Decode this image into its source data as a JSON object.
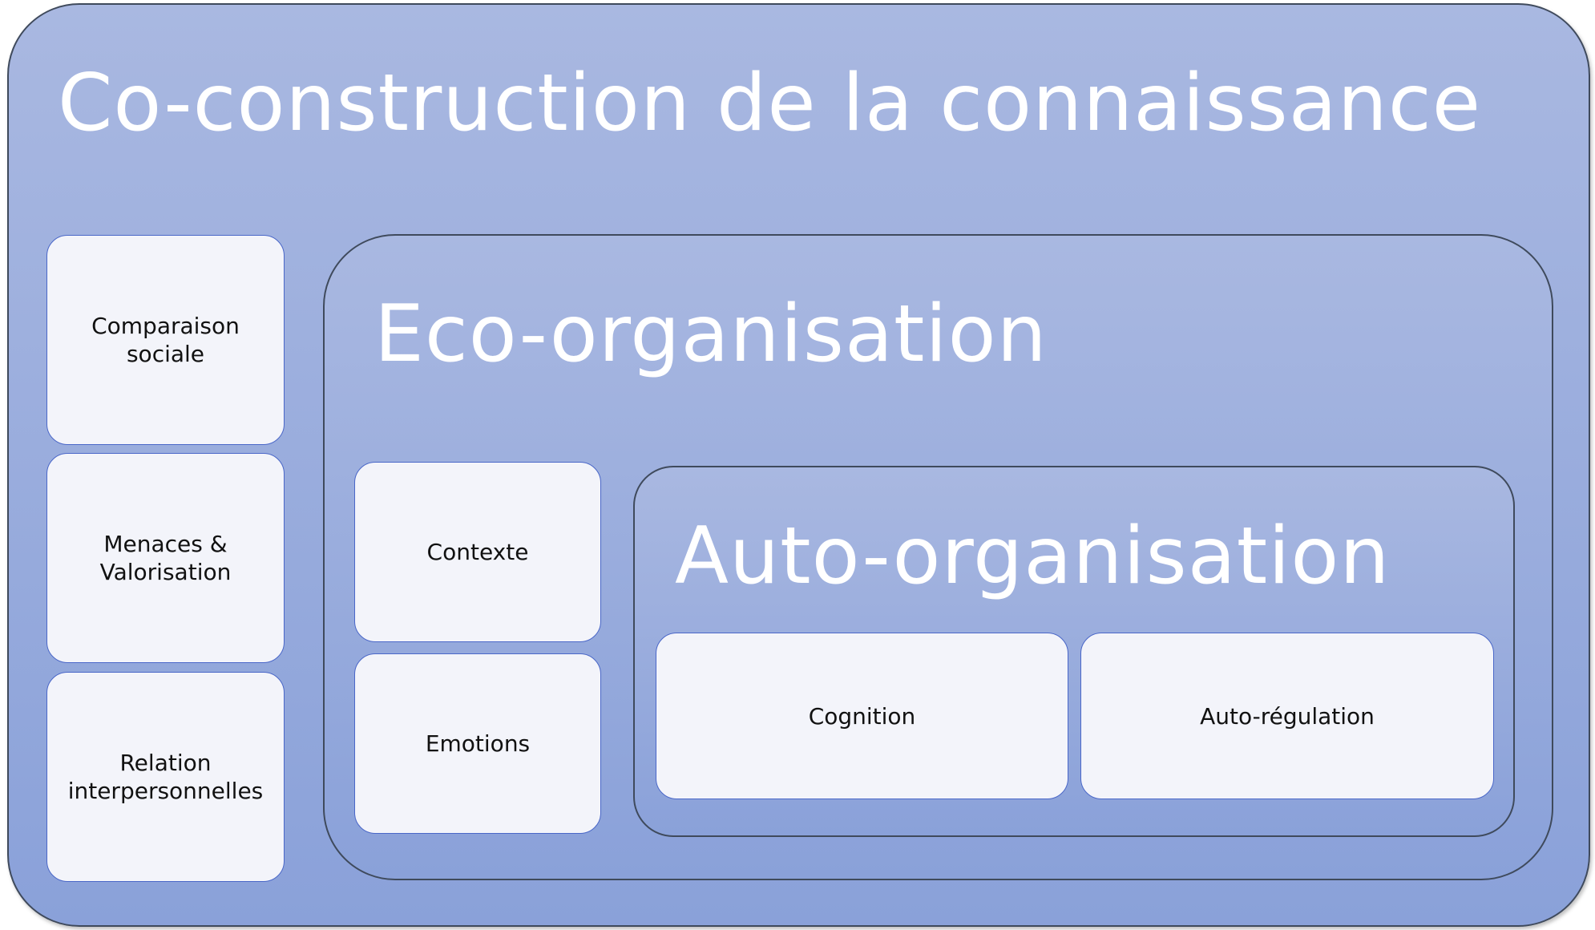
{
  "outer": {
    "title": "Co-construction de la connaissance",
    "items": [
      "Comparaison\nsociale",
      "Menaces &\nValorisation",
      "Relation\ninterpersonnelles"
    ]
  },
  "eco": {
    "title": "Eco-organisation",
    "items": [
      "Contexte",
      "Emotions"
    ]
  },
  "auto": {
    "title": "Auto-organisation",
    "items": [
      "Cognition",
      "Auto-régulation"
    ]
  },
  "colors": {
    "panel_top": "#a9b8e1",
    "panel_bottom": "#8aa1d9",
    "card_fill": "#f3f4fa",
    "card_border": "#4a67c8",
    "title_text": "#ffffff"
  }
}
